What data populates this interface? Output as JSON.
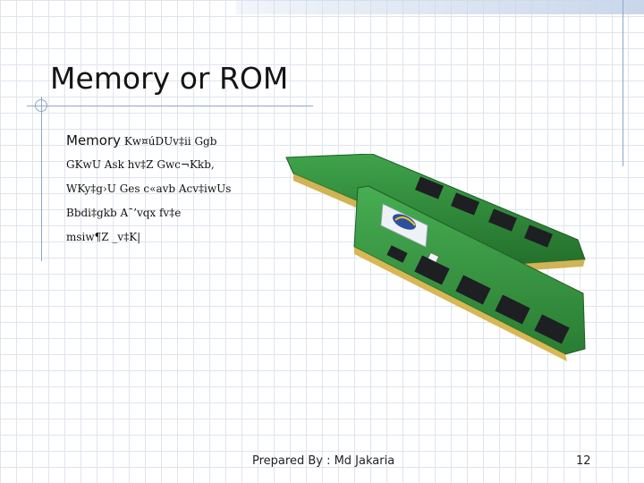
{
  "slide": {
    "title": "Memory or ROM",
    "body": {
      "lead_word": "Memory",
      "lead_rest": "Kw¤úDUv‡ii Ggb",
      "lines": [
        "GKwU Ask hv‡Z Gwc¬Kkb,",
        "WKy‡g›U Ges c«avb Acv‡iwUs",
        "Bbdi‡gkb A¯’vqx fv‡e",
        "msiw¶Z _v‡K|"
      ]
    },
    "image": "ram-memory-modules",
    "footer": "Prepared By : Md Jakaria",
    "page_number": "12"
  },
  "colors": {
    "accent_line": "#8fa5c8",
    "grid": "#dfe5ee",
    "pcb_green": "#2f8a38",
    "chip": "#1d1f22"
  }
}
